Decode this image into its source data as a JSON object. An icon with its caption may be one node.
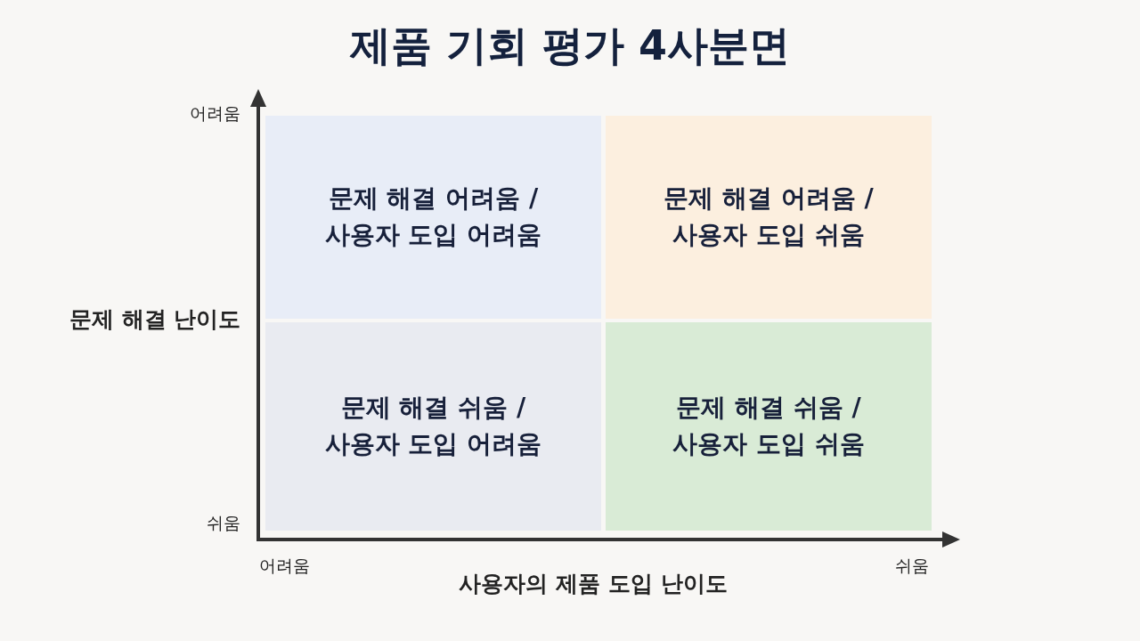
{
  "diagram": {
    "title": "제품 기회 평가 4사분면",
    "nodes": [
      {
        "text": [
          "문제 해결 어려움 / 사용자 도입 어려움"
        ]
      },
      {
        "text": [
          "문제 해결 어려움 / 사용자 도입 쉬움"
        ]
      },
      {
        "text": [
          "문제 해결 쉬움 / 사용자 도입 어려움"
        ]
      },
      {
        "text": [
          "문제 해결 쉬움 / 사용자 도입 쉬움"
        ]
      }
    ],
    "edges": [],
    "labels": [
      "어려움",
      "문제 해결 난이도",
      "쉬움",
      "어려움",
      "쉬움",
      "사용자의 제품 도입 난이도"
    ]
  }
}
